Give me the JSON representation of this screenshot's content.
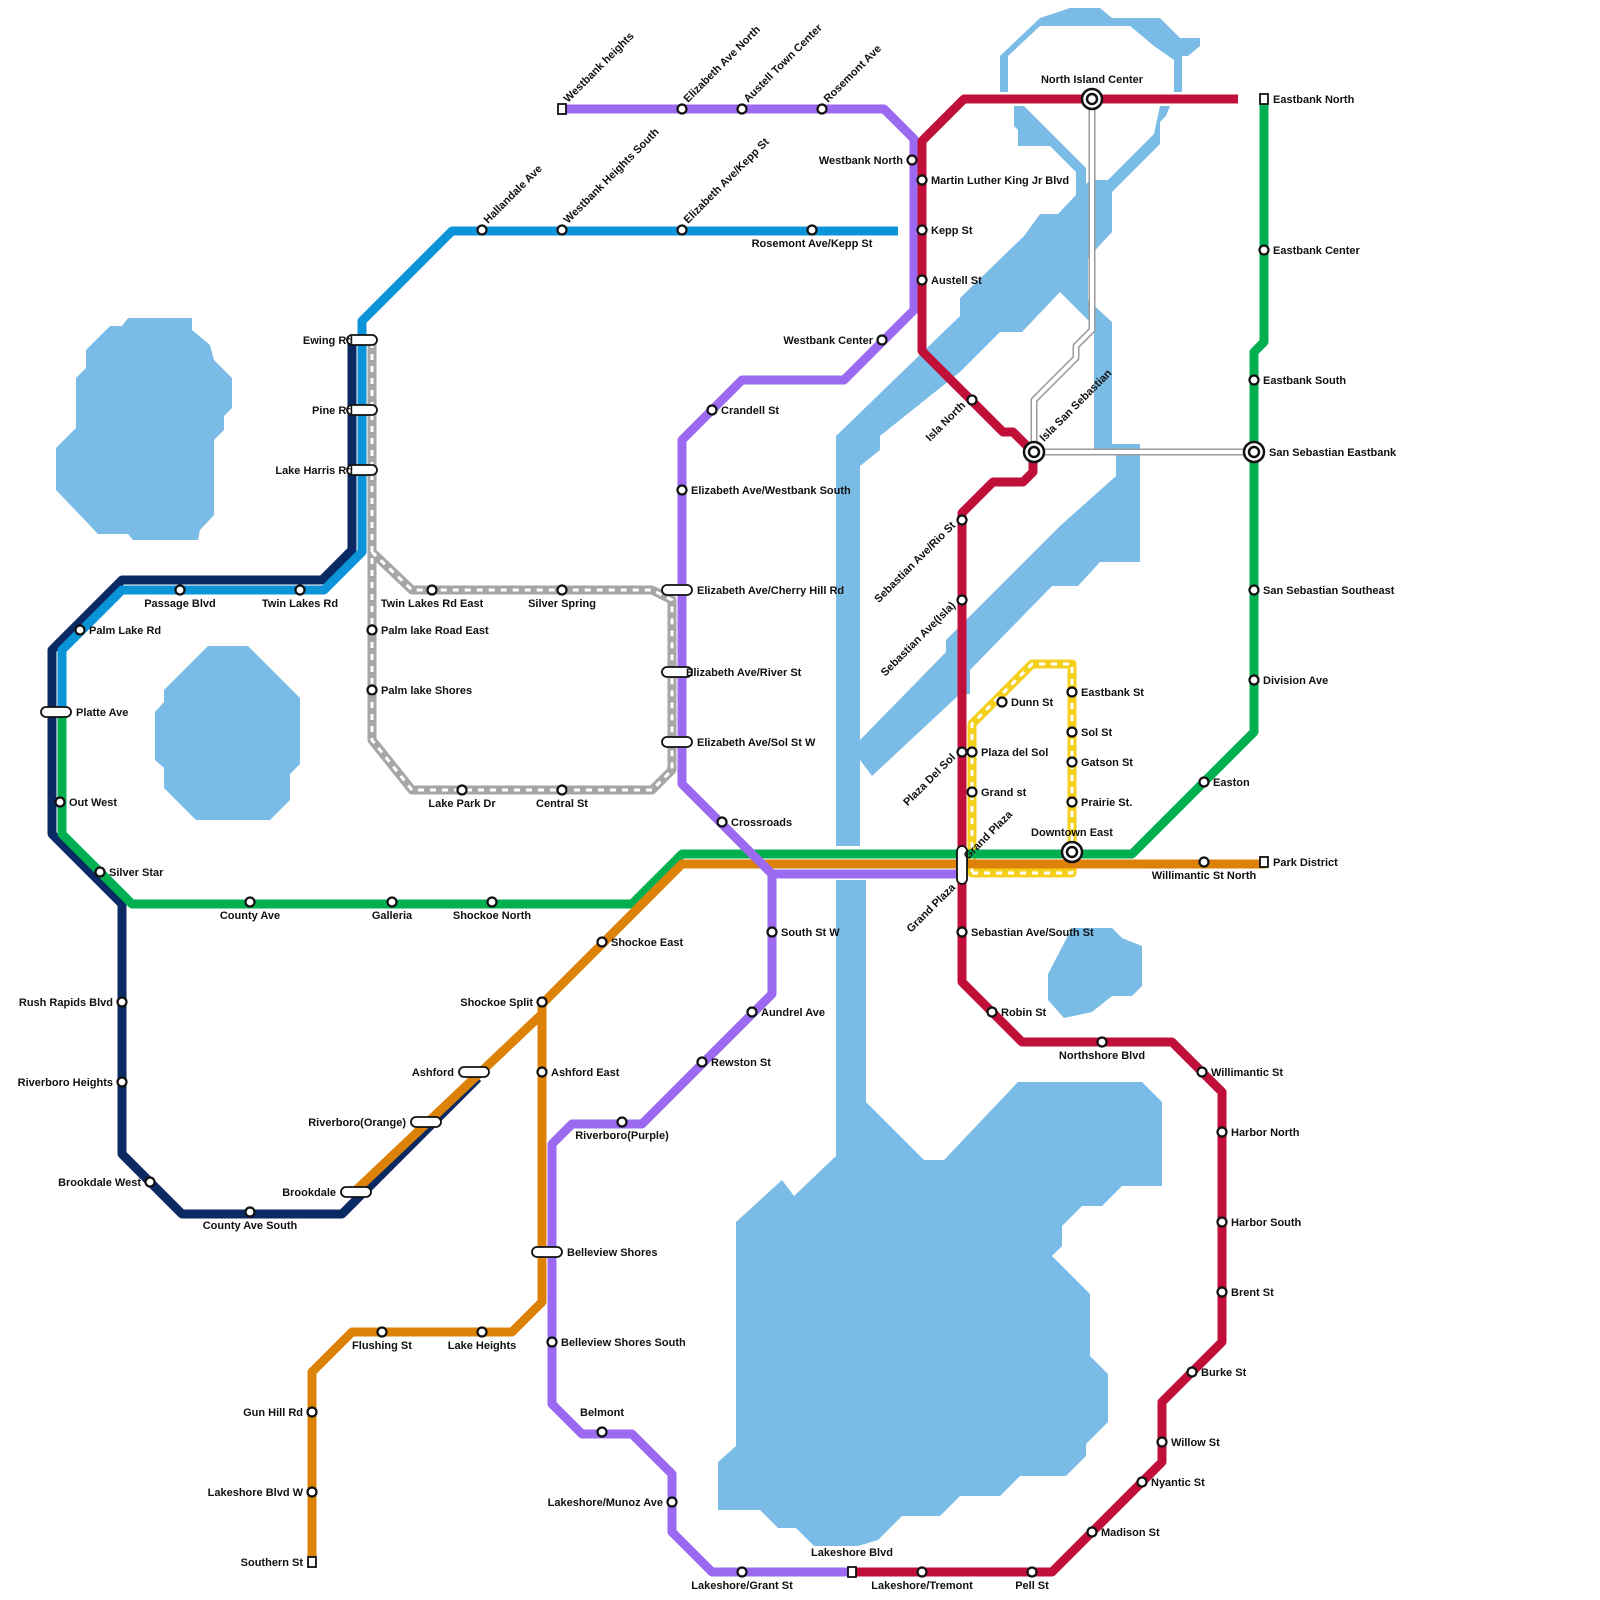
{
  "lines": [
    {
      "id": "red",
      "color": "#c0103a",
      "dashed": false
    },
    {
      "id": "green",
      "color": "#00b050",
      "dashed": false
    },
    {
      "id": "blue",
      "color": "#0b95d8",
      "dashed": false
    },
    {
      "id": "navy",
      "color": "#0b2962",
      "dashed": false
    },
    {
      "id": "purple",
      "color": "#9b6af0",
      "dashed": false
    },
    {
      "id": "orange",
      "color": "#dd8208",
      "dashed": false
    },
    {
      "id": "gray",
      "color": "#a6a6a6",
      "dashed": true
    },
    {
      "id": "yellow",
      "color": "#f4d01c",
      "dashed": true
    },
    {
      "id": "ferry",
      "color": "#9a9a9a",
      "dashed": false
    }
  ],
  "colors": {
    "water": "#7bbce6",
    "station_fill": "#ffffff",
    "station_stroke": "#111111"
  },
  "stations": [
    {
      "id": "north-island-center",
      "label": "North Island Center",
      "kind": "major"
    },
    {
      "id": "eastbank-north",
      "label": "Eastbank North",
      "kind": "terminal"
    },
    {
      "id": "eastbank-center",
      "label": "Eastbank Center",
      "kind": "stop"
    },
    {
      "id": "eastbank-south",
      "label": "Eastbank South",
      "kind": "stop"
    },
    {
      "id": "san-sebastian-eastbank",
      "label": "San Sebastian Eastbank",
      "kind": "major"
    },
    {
      "id": "san-sebastian-southeast",
      "label": "San Sebastian Southeast",
      "kind": "stop"
    },
    {
      "id": "division-ave",
      "label": "Division Ave",
      "kind": "stop"
    },
    {
      "id": "easton",
      "label": "Easton",
      "kind": "stop"
    },
    {
      "id": "downtown-east",
      "label": "Downtown East",
      "kind": "major"
    },
    {
      "id": "park-district",
      "label": "Park District",
      "kind": "terminal"
    },
    {
      "id": "willimantic-st-north",
      "label": "Willimantic St North",
      "kind": "stop"
    },
    {
      "id": "westbank-heights",
      "label": "Westbank heights",
      "kind": "terminal"
    },
    {
      "id": "elizabeth-ave-north",
      "label": "Elizabeth Ave North",
      "kind": "stop"
    },
    {
      "id": "austell-town-center",
      "label": "Austell Town Center",
      "kind": "stop"
    },
    {
      "id": "rosemont-ave",
      "label": "Rosemont Ave",
      "kind": "stop"
    },
    {
      "id": "westbank-north",
      "label": "Westbank North",
      "kind": "stop"
    },
    {
      "id": "martin-luther-king",
      "label": "Martin Luther King Jr Blvd",
      "kind": "stop"
    },
    {
      "id": "kepp-st",
      "label": "Kepp St",
      "kind": "stop"
    },
    {
      "id": "austell-st",
      "label": "Austell St",
      "kind": "stop"
    },
    {
      "id": "westbank-center",
      "label": "Westbank Center",
      "kind": "stop"
    },
    {
      "id": "hallandale-ave",
      "label": "Hallandale Ave",
      "kind": "stop"
    },
    {
      "id": "westbank-heights-south",
      "label": "Westbank Heights South",
      "kind": "stop"
    },
    {
      "id": "elizabeth-ave-kepp-st",
      "label": "Elizabeth Ave/Kepp St",
      "kind": "stop"
    },
    {
      "id": "rosemont-ave-kepp-st",
      "label": "Rosemont Ave/Kepp St",
      "kind": "stop"
    },
    {
      "id": "isla-north",
      "label": "Isla North",
      "kind": "stop"
    },
    {
      "id": "isla-san-sebastian",
      "label": "Isla San Sebastian",
      "kind": "major"
    },
    {
      "id": "sebastian-ave-rio-st",
      "label": "Sebastian Ave/Rio St",
      "kind": "stop"
    },
    {
      "id": "sebastian-ave-isla",
      "label": "Sebastian Ave(Isla)",
      "kind": "stop"
    },
    {
      "id": "ewing-rd",
      "label": "Ewing Rd",
      "kind": "interchange"
    },
    {
      "id": "pine-rd",
      "label": "Pine Rd",
      "kind": "interchange"
    },
    {
      "id": "lake-harris-rd",
      "label": "Lake Harris Rd",
      "kind": "interchange"
    },
    {
      "id": "crandell-st",
      "label": "Crandell St",
      "kind": "stop"
    },
    {
      "id": "elizabeth-ave-westbank-south",
      "label": "Elizabeth Ave/Westbank South",
      "kind": "stop"
    },
    {
      "id": "elizabeth-ave-cherry-hill-rd",
      "label": "Elizabeth Ave/Cherry Hill Rd",
      "kind": "interchange"
    },
    {
      "id": "elizabeth-ave-river-st",
      "label": "Elizabeth Ave/River St",
      "kind": "interchange"
    },
    {
      "id": "elizabeth-ave-sol-st-w",
      "label": "Elizabeth Ave/Sol St W",
      "kind": "interchange"
    },
    {
      "id": "passage-blvd",
      "label": "Passage Blvd",
      "kind": "stop"
    },
    {
      "id": "twin-lakes-rd",
      "label": "Twin Lakes Rd",
      "kind": "stop"
    },
    {
      "id": "twin-lakes-rd-east",
      "label": "Twin Lakes Rd East",
      "kind": "stop"
    },
    {
      "id": "silver-spring",
      "label": "Silver Spring",
      "kind": "stop"
    },
    {
      "id": "palm-lake-rd",
      "label": "Palm Lake Rd",
      "kind": "stop"
    },
    {
      "id": "palm-lake-road-east",
      "label": "Palm lake Road East",
      "kind": "stop"
    },
    {
      "id": "palm-lake-shores",
      "label": "Palm lake Shores",
      "kind": "stop"
    },
    {
      "id": "platte-ave",
      "label": "Platte Ave",
      "kind": "interchange"
    },
    {
      "id": "out-west",
      "label": "Out West",
      "kind": "stop"
    },
    {
      "id": "lake-park-dr",
      "label": "Lake Park Dr",
      "kind": "stop"
    },
    {
      "id": "central-st",
      "label": "Central St",
      "kind": "stop"
    },
    {
      "id": "dunn-st",
      "label": "Dunn St",
      "kind": "stop"
    },
    {
      "id": "eastbank-st",
      "label": "Eastbank St",
      "kind": "stop"
    },
    {
      "id": "sol-st",
      "label": "Sol St",
      "kind": "stop"
    },
    {
      "id": "gatson-st",
      "label": "Gatson St",
      "kind": "stop"
    },
    {
      "id": "prairie-st",
      "label": "Prairie St.",
      "kind": "stop"
    },
    {
      "id": "plaza-del-sol-r",
      "label": "Plaza Del Sol",
      "kind": "stop"
    },
    {
      "id": "plaza-del-sol-y",
      "label": "Plaza del Sol",
      "kind": "stop"
    },
    {
      "id": "grand-st",
      "label": "Grand st",
      "kind": "stop"
    },
    {
      "id": "grand-plaza-n",
      "label": "Grand Plaza",
      "kind": "interchange"
    },
    {
      "id": "grand-plaza-s",
      "label": "Grand Plaza",
      "kind": "label"
    },
    {
      "id": "crossroads",
      "label": "Crossroads",
      "kind": "stop"
    },
    {
      "id": "silver-star",
      "label": "Silver Star",
      "kind": "stop"
    },
    {
      "id": "county-ave",
      "label": "County Ave",
      "kind": "stop"
    },
    {
      "id": "galleria",
      "label": "Galleria",
      "kind": "stop"
    },
    {
      "id": "shockoe-north",
      "label": "Shockoe North",
      "kind": "stop"
    },
    {
      "id": "south-st-w",
      "label": "South St W",
      "kind": "stop"
    },
    {
      "id": "sebastian-ave-south-st",
      "label": "Sebastian Ave/South St",
      "kind": "stop"
    },
    {
      "id": "shockoe-east",
      "label": "Shockoe East",
      "kind": "stop"
    },
    {
      "id": "shockoe-split",
      "label": "Shockoe Split",
      "kind": "stop"
    },
    {
      "id": "rush-rapids-blvd",
      "label": "Rush Rapids Blvd",
      "kind": "stop"
    },
    {
      "id": "riverboro-heights",
      "label": "Riverboro Heights",
      "kind": "stop"
    },
    {
      "id": "aundrel-ave",
      "label": "Aundrel Ave",
      "kind": "stop"
    },
    {
      "id": "robin-st",
      "label": "Robin St",
      "kind": "stop"
    },
    {
      "id": "northshore-blvd",
      "label": "Northshore Blvd",
      "kind": "stop"
    },
    {
      "id": "rewston-st",
      "label": "Rewston St",
      "kind": "stop"
    },
    {
      "id": "ashford",
      "label": "Ashford",
      "kind": "interchange"
    },
    {
      "id": "ashford-east",
      "label": "Ashford East",
      "kind": "stop"
    },
    {
      "id": "willimantic-st",
      "label": "Willimantic St",
      "kind": "stop"
    },
    {
      "id": "riverboro-orange",
      "label": "Riverboro(Orange)",
      "kind": "interchange"
    },
    {
      "id": "riverboro-purple",
      "label": "Riverboro(Purple)",
      "kind": "stop"
    },
    {
      "id": "harbor-north",
      "label": "Harbor North",
      "kind": "stop"
    },
    {
      "id": "brookdale-west",
      "label": "Brookdale West",
      "kind": "stop"
    },
    {
      "id": "brookdale",
      "label": "Brookdale",
      "kind": "interchange"
    },
    {
      "id": "county-ave-south",
      "label": "County Ave South",
      "kind": "stop"
    },
    {
      "id": "harbor-south",
      "label": "Harbor South",
      "kind": "stop"
    },
    {
      "id": "belleview-shores",
      "label": "Belleview Shores",
      "kind": "interchange"
    },
    {
      "id": "brent-st",
      "label": "Brent St",
      "kind": "stop"
    },
    {
      "id": "flushing-st",
      "label": "Flushing St",
      "kind": "stop"
    },
    {
      "id": "lake-heights",
      "label": "Lake Heights",
      "kind": "stop"
    },
    {
      "id": "belleview-shores-south",
      "label": "Belleview Shores South",
      "kind": "stop"
    },
    {
      "id": "burke-st",
      "label": "Burke St",
      "kind": "stop"
    },
    {
      "id": "gun-hill-rd",
      "label": "Gun Hill Rd",
      "kind": "stop"
    },
    {
      "id": "belmont",
      "label": "Belmont",
      "kind": "stop"
    },
    {
      "id": "willow-st",
      "label": "Willow St",
      "kind": "stop"
    },
    {
      "id": "lakeshore-blvd-w",
      "label": "Lakeshore Blvd W",
      "kind": "stop"
    },
    {
      "id": "nyantic-st",
      "label": "Nyantic St",
      "kind": "stop"
    },
    {
      "id": "lakeshore-munoz-ave",
      "label": "Lakeshore/Munoz Ave",
      "kind": "stop"
    },
    {
      "id": "madison-st",
      "label": "Madison St",
      "kind": "stop"
    },
    {
      "id": "southern-st",
      "label": "Southern St",
      "kind": "terminal"
    },
    {
      "id": "lakeshore-blvd",
      "label": "Lakeshore Blvd",
      "kind": "terminal"
    },
    {
      "id": "lakeshore-grant-st",
      "label": "Lakeshore/Grant St",
      "kind": "stop"
    },
    {
      "id": "lakeshore-tremont",
      "label": "Lakeshore/Tremont",
      "kind": "stop"
    },
    {
      "id": "pell-st",
      "label": "Pell St",
      "kind": "stop"
    }
  ]
}
